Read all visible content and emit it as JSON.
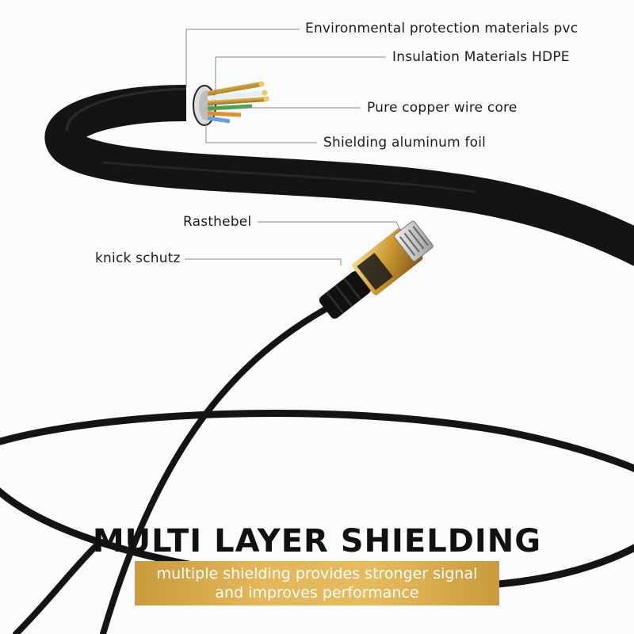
{
  "callouts": {
    "outer_jacket": "Environmental protection materials pvc",
    "insulation": "Insulation Materials HDPE",
    "core": "Pure copper wire core",
    "foil": "Shielding aluminum foil",
    "latch": "Rasthebel",
    "strain_relief": "knick schutz"
  },
  "headline": "MULTI LAYER SHIELDING",
  "banner": {
    "line1": "multiple shielding provides stronger signal",
    "line2": "and improves performance"
  },
  "colors": {
    "cable": "#141414",
    "gold": "#d6a84a",
    "banner": "#e0b458",
    "leader": "#8a8a8a"
  }
}
